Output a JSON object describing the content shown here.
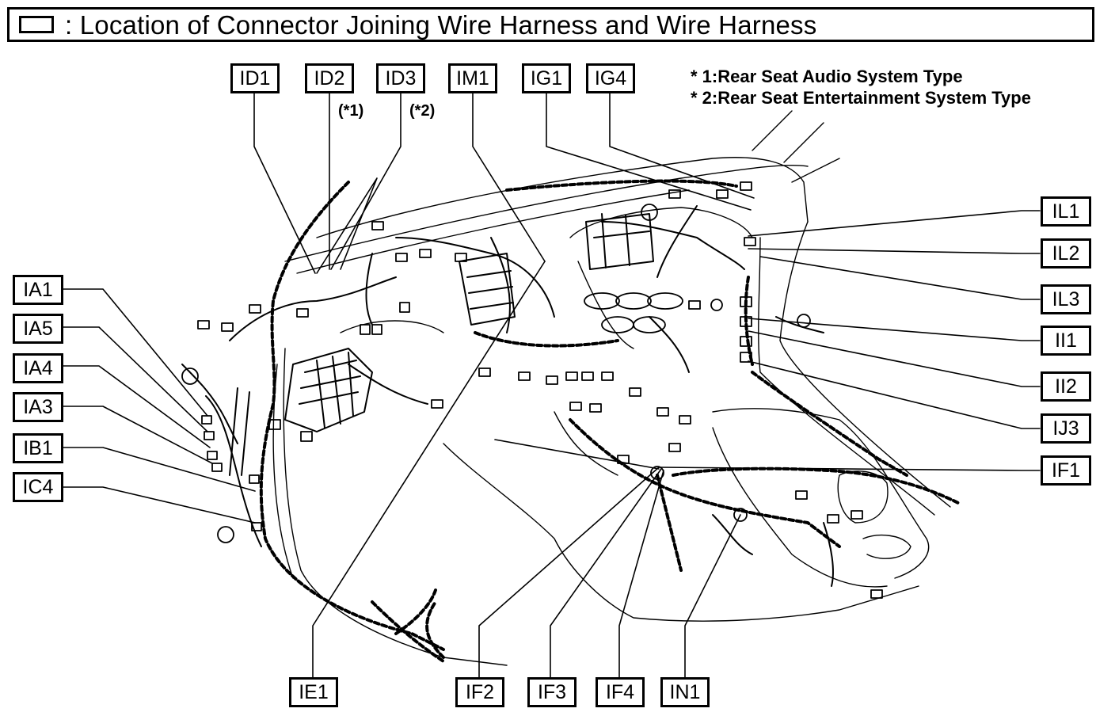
{
  "title": ": Location of Connector Joining Wire Harness and Wire Harness",
  "notes": [
    "* 1:Rear Seat Audio System Type",
    "* 2:Rear Seat Entertainment System Type"
  ],
  "footnote_marks": {
    "id2": "(*1)",
    "id3": "(*2)"
  },
  "connectors": {
    "id1": "ID1",
    "id2": "ID2",
    "id3": "ID3",
    "im1": "IM1",
    "ig1": "IG1",
    "ig4": "IG4",
    "ia1": "IA1",
    "ia5": "IA5",
    "ia4": "IA4",
    "ia3": "IA3",
    "ib1": "IB1",
    "ic4": "IC4",
    "il1": "IL1",
    "il2": "IL2",
    "il3": "IL3",
    "ii1": "II1",
    "ii2": "II2",
    "ij3": "IJ3",
    "if1": "IF1",
    "ie1": "IE1",
    "if2": "IF2",
    "if3": "IF3",
    "if4": "IF4",
    "in1": "IN1"
  }
}
